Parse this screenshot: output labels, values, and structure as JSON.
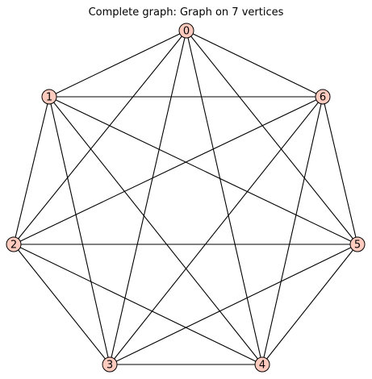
{
  "title": "Complete graph: Graph on 7 vertices",
  "node_fill": "#ffcbbf",
  "edge_color": "#000000",
  "graph": {
    "vertices": [
      "0",
      "1",
      "2",
      "3",
      "4",
      "5",
      "6"
    ],
    "edges": [
      [
        "0",
        "1"
      ],
      [
        "0",
        "2"
      ],
      [
        "0",
        "3"
      ],
      [
        "0",
        "4"
      ],
      [
        "0",
        "5"
      ],
      [
        "0",
        "6"
      ],
      [
        "1",
        "2"
      ],
      [
        "1",
        "3"
      ],
      [
        "1",
        "4"
      ],
      [
        "1",
        "5"
      ],
      [
        "1",
        "6"
      ],
      [
        "2",
        "3"
      ],
      [
        "2",
        "4"
      ],
      [
        "2",
        "5"
      ],
      [
        "2",
        "6"
      ],
      [
        "3",
        "4"
      ],
      [
        "3",
        "5"
      ],
      [
        "3",
        "6"
      ],
      [
        "4",
        "5"
      ],
      [
        "4",
        "6"
      ],
      [
        "5",
        "6"
      ]
    ]
  }
}
